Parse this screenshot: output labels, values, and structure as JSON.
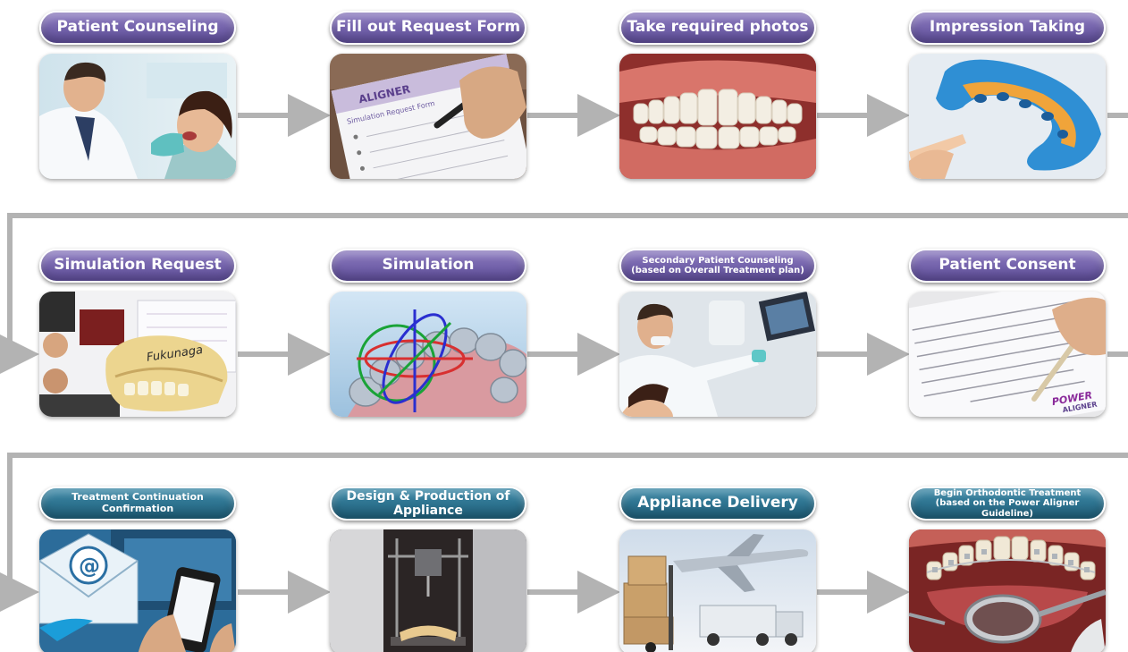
{
  "rows": [
    {
      "steps": [
        {
          "id": "patient-counseling",
          "lines": [
            "Patient Counseling"
          ],
          "color": "purple",
          "icon": "dentist-examining-patient-photo"
        },
        {
          "id": "fill-out-request-form",
          "lines": [
            "Fill out Request Form"
          ],
          "color": "purple",
          "icon": "request-form-photo",
          "form_brand": "ALIGNER",
          "form_line": "Simulation Request Form"
        },
        {
          "id": "take-required-photos",
          "lines": [
            "Take required photos"
          ],
          "color": "purple",
          "icon": "teeth-smile-photo"
        },
        {
          "id": "impression-taking",
          "lines": [
            "Impression Taking"
          ],
          "color": "purple",
          "icon": "dental-impression-tray-photo"
        }
      ]
    },
    {
      "steps": [
        {
          "id": "simulation-request",
          "lines": [
            "Simulation Request"
          ],
          "color": "purple",
          "icon": "dental-model-and-xrays-photo",
          "model_label": "Fukunaga"
        },
        {
          "id": "simulation",
          "lines": [
            "Simulation"
          ],
          "color": "purple",
          "icon": "3d-teeth-simulation-photo"
        },
        {
          "id": "secondary-patient-counseling",
          "lines": [
            "Secondary Patient Counseling",
            "(based on Overall Treatment plan)"
          ],
          "color": "purple",
          "icon": "dentist-showing-screen-photo"
        },
        {
          "id": "patient-consent",
          "lines": [
            "Patient Consent"
          ],
          "color": "purple",
          "icon": "consent-form-signing-photo",
          "logo_top": "POWER",
          "logo_bottom": "ALIGNER"
        }
      ]
    },
    {
      "steps": [
        {
          "id": "treatment-continuation-confirmation",
          "lines": [
            "Treatment Continuation",
            "Confirmation"
          ],
          "color": "teal",
          "icon": "email-on-phone-photo"
        },
        {
          "id": "design-production-of-appliance",
          "lines": [
            "Design & Production of",
            "Appliance"
          ],
          "color": "teal",
          "icon": "3d-printer-photo"
        },
        {
          "id": "appliance-delivery",
          "lines": [
            "Appliance Delivery"
          ],
          "color": "teal",
          "icon": "airplane-truck-boxes-photo"
        },
        {
          "id": "begin-orthodontic-treatment",
          "lines": [
            "Begin Orthodontic Treatment",
            "(based on the Power Aligner Guideline)"
          ],
          "color": "teal",
          "icon": "orthodontic-braces-mirror-photo"
        }
      ]
    }
  ],
  "colors": {
    "pill_purple": "#6e5ea8",
    "pill_teal": "#2a6f8c",
    "connector": "#b3b3b3"
  }
}
